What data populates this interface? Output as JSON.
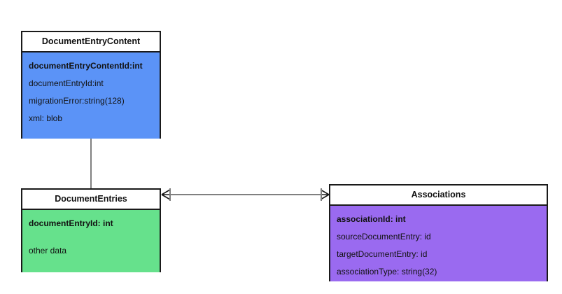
{
  "diagram": {
    "type": "entity-relationship-diagram",
    "notation": "crow's-foot",
    "background_color": "#ffffff",
    "line_color": "#808080",
    "border_color": "#1a1a1a"
  },
  "entities": [
    {
      "id": "document-entry-content",
      "title": "DocumentEntryContent",
      "fill_color": "#5b93f7",
      "attributes": [
        {
          "label": "documentEntryContentId:int",
          "key": true
        },
        {
          "label": "documentEntryId:int",
          "key": false
        },
        {
          "label": "migrationError:string(128)",
          "key": false
        },
        {
          "label": "xml: blob",
          "key": false
        }
      ]
    },
    {
      "id": "document-entries",
      "title": "DocumentEntries",
      "fill_color": "#66e18c",
      "attributes": [
        {
          "label": "documentEntryId: int",
          "key": true
        },
        {
          "label": "other data",
          "key": false
        }
      ]
    },
    {
      "id": "associations",
      "title": "Associations",
      "fill_color": "#9a6af0",
      "attributes": [
        {
          "label": "associationId: int",
          "key": true
        },
        {
          "label": "sourceDocumentEntry: id",
          "key": false
        },
        {
          "label": "targetDocumentEntry: id",
          "key": false
        },
        {
          "label": "associationType: string(32)",
          "key": false
        }
      ]
    }
  ],
  "relationships": [
    {
      "id": "content-to-entries",
      "from": "document-entry-content",
      "to": "document-entries",
      "from_marker": "none",
      "to_marker": "none"
    },
    {
      "id": "entries-to-associations",
      "from": "document-entries",
      "to": "associations",
      "from_marker": "crows-foot-one",
      "to_marker": "crows-foot-one"
    }
  ]
}
